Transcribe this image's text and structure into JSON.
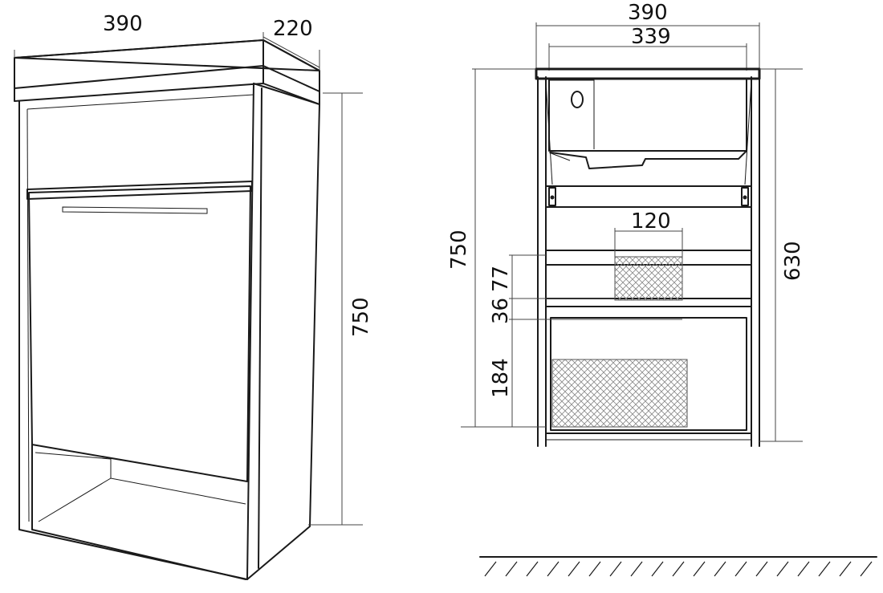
{
  "perspective": {
    "width": "390",
    "depth": "220",
    "height": "750"
  },
  "front": {
    "width": "390",
    "inner_width": "339",
    "height": "750",
    "right_height": "630",
    "basket_width": "120",
    "basket_height": "77",
    "gap": "36",
    "lower_basket": "184"
  },
  "colors": {
    "line": "#1a1a1a",
    "dimension": "#444444",
    "hatch": "#888888"
  }
}
